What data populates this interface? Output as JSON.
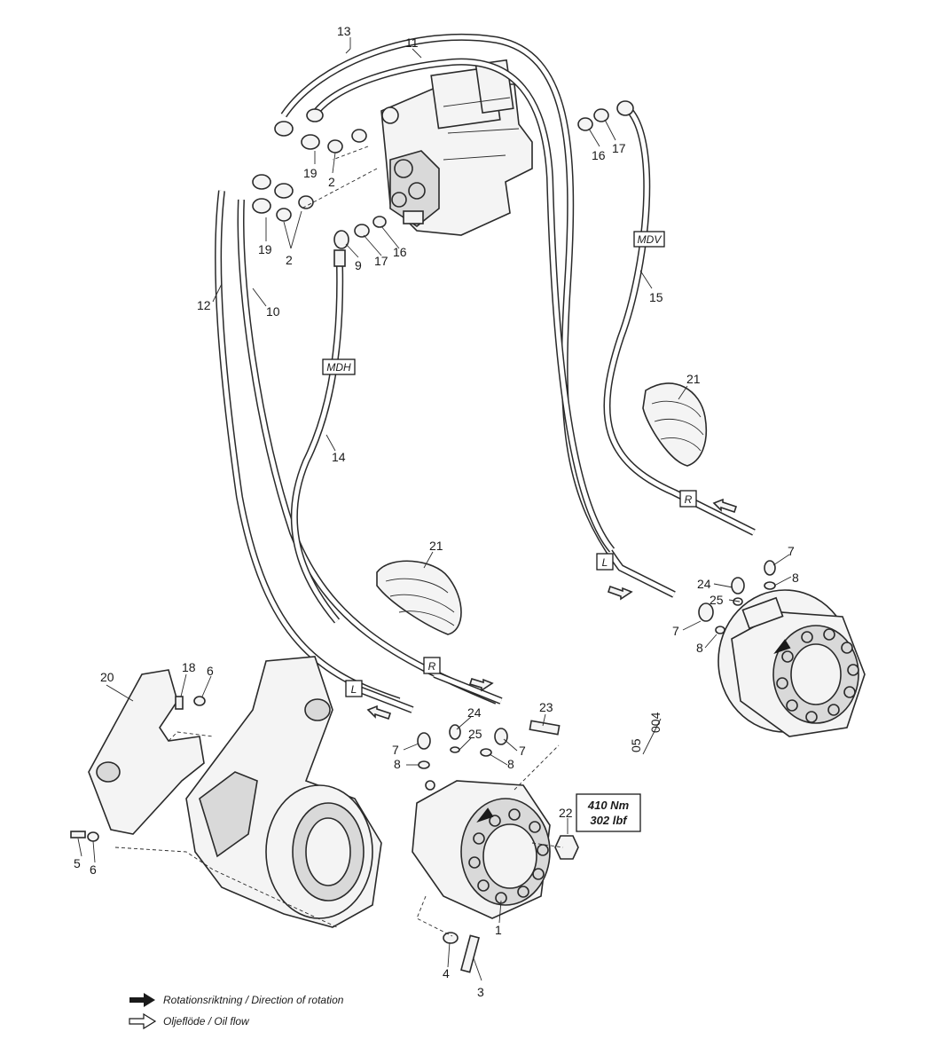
{
  "callouts": {
    "n1": "1",
    "n2a": "2",
    "n2b": "2",
    "n3": "3",
    "n4": "4",
    "n5": "5",
    "n6a": "6",
    "n6b": "6",
    "n7a": "7",
    "n7b": "7",
    "n7c": "7",
    "n7d": "7",
    "n8a": "8",
    "n8b": "8",
    "n8c": "8",
    "n8d": "8",
    "n9": "9",
    "n10": "10",
    "n11": "11",
    "n12": "12",
    "n13": "13",
    "n14": "14",
    "n15": "15",
    "n16a": "16",
    "n16b": "16",
    "n17a": "17",
    "n17b": "17",
    "n18": "18",
    "n19a": "19",
    "n19b": "19",
    "n20": "20",
    "n21a": "21",
    "n21b": "21",
    "n22": "22",
    "n23": "23",
    "n24a": "24",
    "n24b": "24",
    "n25a": "25",
    "n25b": "25"
  },
  "tags": {
    "mdv": "MDV",
    "mdh": "MDH",
    "r_right": "R",
    "l_right": "L",
    "r_left": "R",
    "l_left": "L"
  },
  "torque": {
    "line1": "410 Nm",
    "line2": "302 lbf"
  },
  "reference": {
    "code_a": "05",
    "code_b": "004"
  },
  "legend": {
    "rotation": "Rotationsriktning / Direction of rotation",
    "oil_flow": "Oljeflöde / Oil flow"
  }
}
